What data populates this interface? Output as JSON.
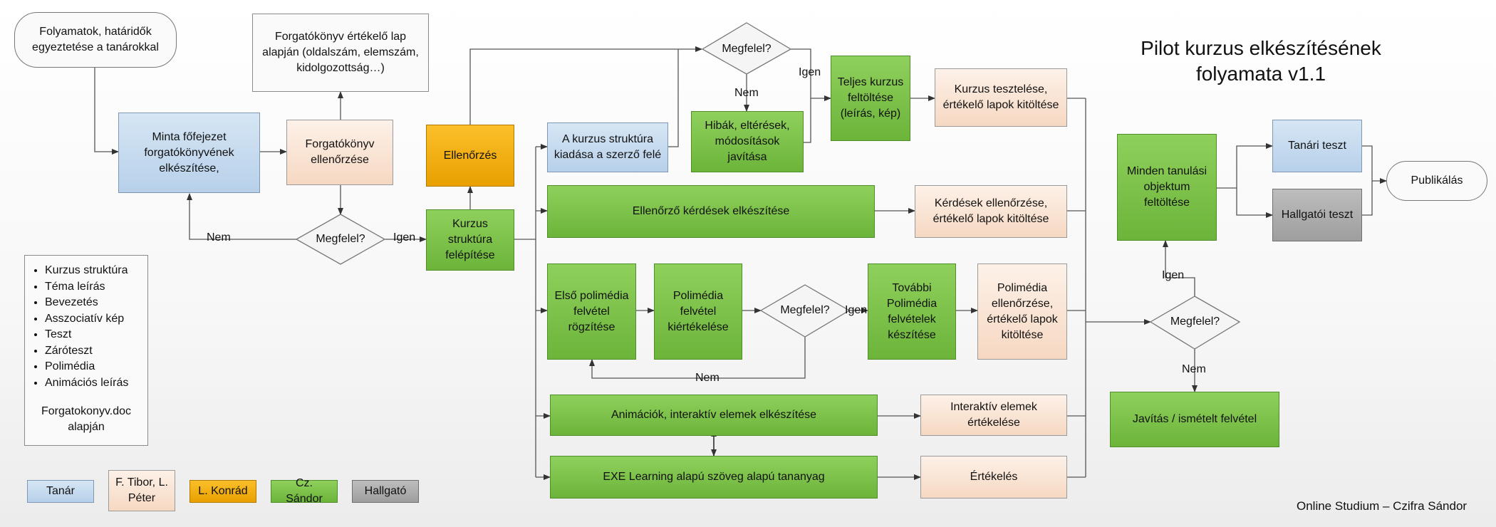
{
  "title": "Pilot kurzus elkészítésének folyamata v1.1",
  "footer": "Online Studium – Czifra Sándor",
  "nodes": {
    "start": "Folyamatok, határidők egyeztetése a tanárokkal",
    "review_sheet": "Forgatókönyv értékelő lap alapján (oldalszám, elemszám, kidolgozottság…)",
    "sample_chapter": "Minta főfejezet forgatókönyvének elkészítése,",
    "script_check": "Forgatókönyv ellenőrzése",
    "decision1": "Megfelel?",
    "check": "Ellenőrzés",
    "build_structure": "Kurzus struktúra felépítése",
    "release_structure": "A kurzus struktúra kiadása a szerző felé",
    "decision2": "Megfelel?",
    "fix_errors": "Hibák, eltérések, módosítások javítása",
    "full_upload": "Teljes kurzus feltöltése (leírás, kép)",
    "course_test": "Kurzus tesztelése, értékelő lapok kitöltése",
    "quiz_make": "Ellenőrző kérdések elkészítése",
    "quiz_check": "Kérdések ellenőrzése, értékelő lapok kitöltése",
    "first_media": "Első polimédia felvétel rögzítése",
    "media_eval": "Polimédia felvétel kiértékelése",
    "decision3": "Megfelel?",
    "more_media": "További Polimédia felvételek készítése",
    "media_check": "Polimédia ellenőrzése, értékelő lapok kitöltése",
    "animations": "Animációk, interaktív elemek elkészítése",
    "interactive_eval": "Interaktív elemek értékelése",
    "exe": "EXE Learning alapú szöveg alapú tananyag",
    "evaluation": "Értékelés",
    "upload_all": "Minden tanulási objektum feltöltése",
    "decision4": "Megfelel?",
    "fix_rerecord": "Javítás / ismételt felvétel",
    "teacher_test": "Tanári teszt",
    "student_test": "Hallgatói teszt",
    "publish": "Publikálás"
  },
  "edge_labels": {
    "nem1": "Nem",
    "igen1": "Igen",
    "nem2": "Nem",
    "igen2": "Igen",
    "igen3": "Igen",
    "nem3": "Nem",
    "igen4": "Igen",
    "nem4": "Nem"
  },
  "content_list": {
    "items": [
      "Kurzus struktúra",
      "Téma leírás",
      "Bevezetés",
      "Asszociatív kép",
      "Teszt",
      "Záróteszt",
      "Polimédia",
      "Animációs leírás"
    ],
    "footnote": "Forgatokonyv.doc alapján"
  },
  "legend": {
    "teacher": "Tanár",
    "peach": "F. Tibor, L. Péter",
    "orange": "L. Konrád",
    "green": "Cz. Sándor",
    "student": "Hallgató"
  },
  "colors": {
    "green": "#7cc24a",
    "peach": "#fbe4d5",
    "blue": "#bdd7ee",
    "orange": "#f2a900",
    "gray": "#a6a6a6"
  }
}
